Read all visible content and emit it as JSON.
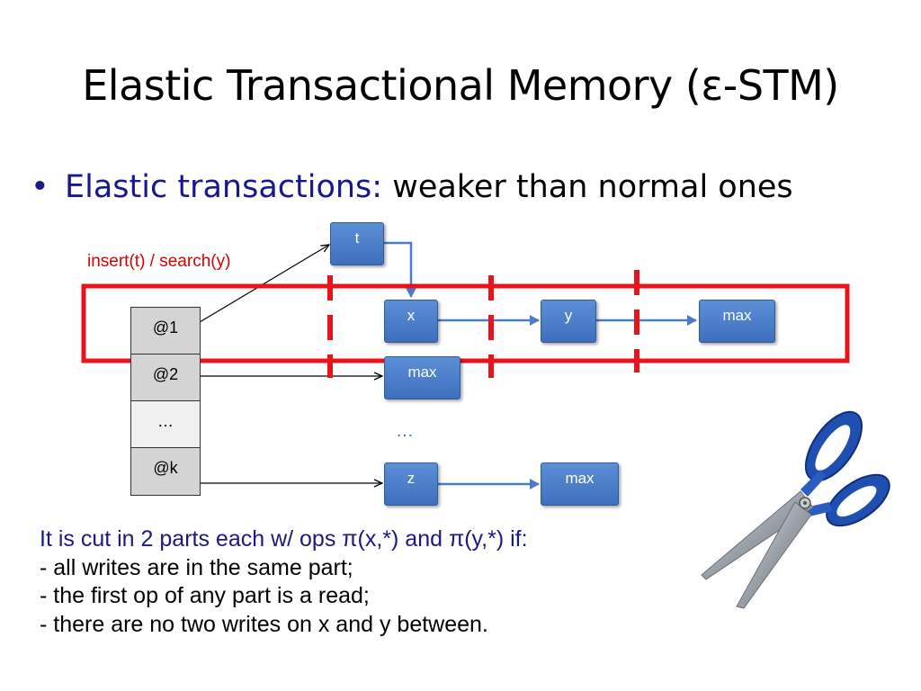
{
  "slide": {
    "title": "Elastic Transactional Memory (ε-STM)",
    "bullet": {
      "term": "Elastic transactions:",
      "rest": " weaker than normal ones"
    },
    "operation_label": "insert(t) / search(y)"
  },
  "table": {
    "cells": [
      "@1",
      "@2",
      "…",
      "@k"
    ]
  },
  "nodes": {
    "t": "t",
    "x": "x",
    "y": "y",
    "max_row1": "max",
    "max_row2": "max",
    "z": "z",
    "max_row4": "max"
  },
  "ellipsis": "…",
  "conditions": [
    "It is cut in 2 parts each w/ ops π(x,*) and π(y,*) if:",
    "- all writes are in the same part;",
    "- the first op of any part is a read;",
    "- there are no two writes on x and y between."
  ],
  "colors": {
    "highlight_red": "#e8141c",
    "node_blue": "#4f81c9",
    "arrow_blue": "#4a7cc7",
    "title_text": "#000000",
    "term_blue": "#17178f"
  },
  "icons": {
    "scissors": "scissors-icon"
  }
}
